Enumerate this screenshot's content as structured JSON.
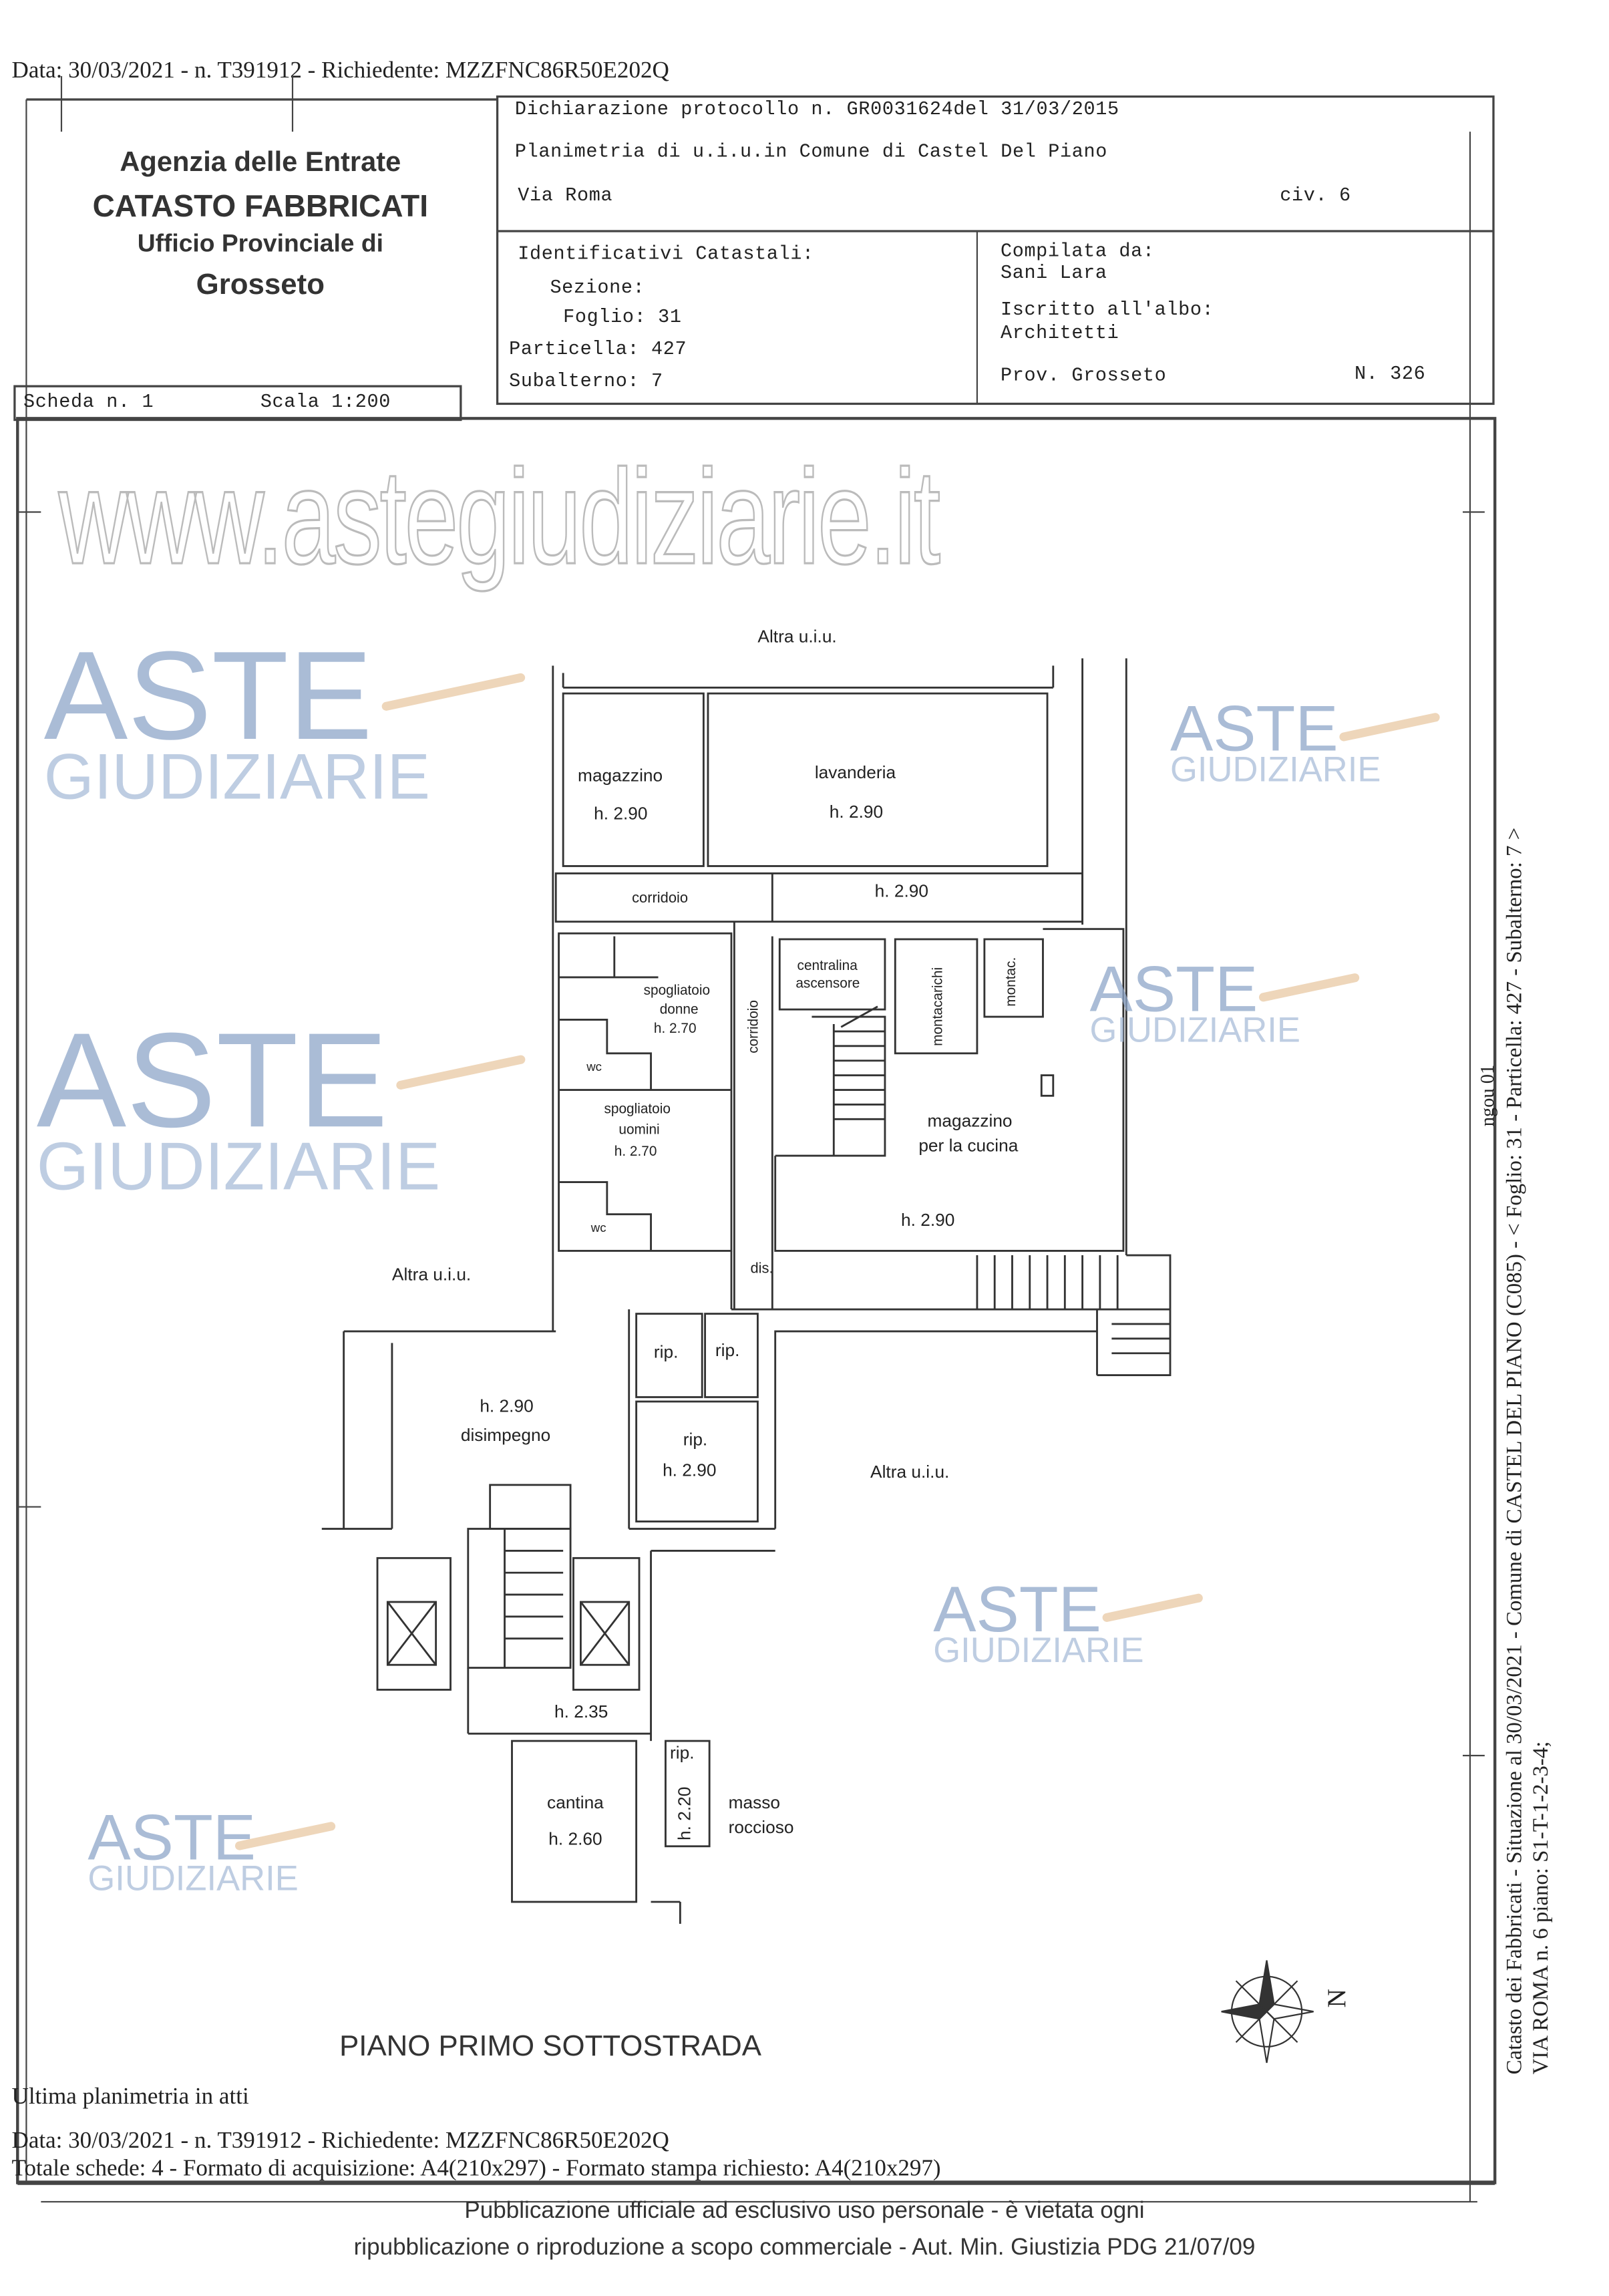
{
  "top_line": "Data: 30/03/2021 - n. T391912 - Richiedente: MZZFNC86R50E202Q",
  "header": {
    "agency": "Agenzia delle Entrate",
    "catasto": "CATASTO FABBRICATI",
    "ufficio": "Ufficio Provinciale di",
    "city": "Grosseto",
    "dichiarazione": "Dichiarazione protocollo n. GR0031624del  31/03/2015",
    "planimetria": "Planimetria di u.i.u.in Comune di Castel Del Piano",
    "via": "Via Roma",
    "civ": "civ. 6",
    "identificativi_title": "Identificativi Catastali:",
    "sezione": "Sezione:",
    "foglio": "Foglio: 31",
    "particella": "Particella: 427",
    "subalterno": "Subalterno: 7",
    "compilata": "Compilata da:",
    "compilata_name": "Sani Lara",
    "iscritto": "Iscritto all'albo:",
    "albo": "Architetti",
    "prov": "Prov. Grosseto",
    "numero": "N. 326",
    "scheda": "Scheda n. 1",
    "scala": "Scala 1:200"
  },
  "plan": {
    "labels": {
      "altra_top": "Altra u.i.u.",
      "magazzino": "magazzino",
      "magazzino_h": "h. 2.90",
      "lavanderia": "lavanderia",
      "lavanderia_h": "h. 2.90",
      "corridoio_h": "corridoio",
      "corridoio_band_h": "h. 2.90",
      "centralina": "centralina",
      "ascensore": "ascensore",
      "montacarichi": "montacarichi",
      "montac": "montac.",
      "corridoio_v": "corridoio",
      "spogliatoio_donne": "spogliatoio",
      "donne": "donne",
      "donne_h": "h. 2.70",
      "wc1": "wc",
      "spogliatoio_uomini": "spogliatoio",
      "uomini": "uomini",
      "uomini_h": "h. 2.70",
      "wc2": "wc",
      "magazzino_cucina": "magazzino",
      "per_la_cucina": "per la cucina",
      "cucina_h": "h. 2.90",
      "dis": "dis.",
      "altra_left": "Altra u.i.u.",
      "rip1": "rip.",
      "rip2": "rip.",
      "rip3": "rip.",
      "rip3_h": "h. 2.90",
      "disimpegno_h": "h. 2.90",
      "disimpegno": "disimpegno",
      "altra_right": "Altra u.i.u.",
      "h235": "h. 2.35",
      "cantina": "cantina",
      "cantina_h": "h. 2.60",
      "rip4": "rip.",
      "rip4_h": "h. 2.20",
      "masso": "masso",
      "roccioso": "roccioso",
      "north": "N"
    },
    "floor_title": "PIANO PRIMO SOTTOSTRADA"
  },
  "side": {
    "line1": "Catasto dei Fabbricati - Situazione al 30/03/2021 - Comune di CASTEL DEL PIANO (C085) - < Foglio: 31 - Particella: 427 - Subalterno: 7 >",
    "line2": "VIA ROMA n. 6 piano: S1-T-1-2-3-4;",
    "stamp": "ngou 01"
  },
  "footer": {
    "ultima": "Ultima planimetria in atti",
    "data": "Data: 30/03/2021 - n. T391912 - Richiedente: MZZFNC86R50E202Q",
    "totale": "Totale schede: 4 - Formato di acquisizione: A4(210x297)  - Formato stampa richiesto: A4(210x297)",
    "pub1": "Pubblicazione ufficiale ad esclusivo uso personale - è vietata ogni",
    "pub2": "ripubblicazione o riproduzione a scopo commerciale - Aut. Min. Giustizia PDG 21/07/09"
  },
  "watermark": {
    "aste": "ASTE",
    "giudiziarie": "GIUDIZIARIE",
    "site": "www.astegiudiziarie.it"
  }
}
